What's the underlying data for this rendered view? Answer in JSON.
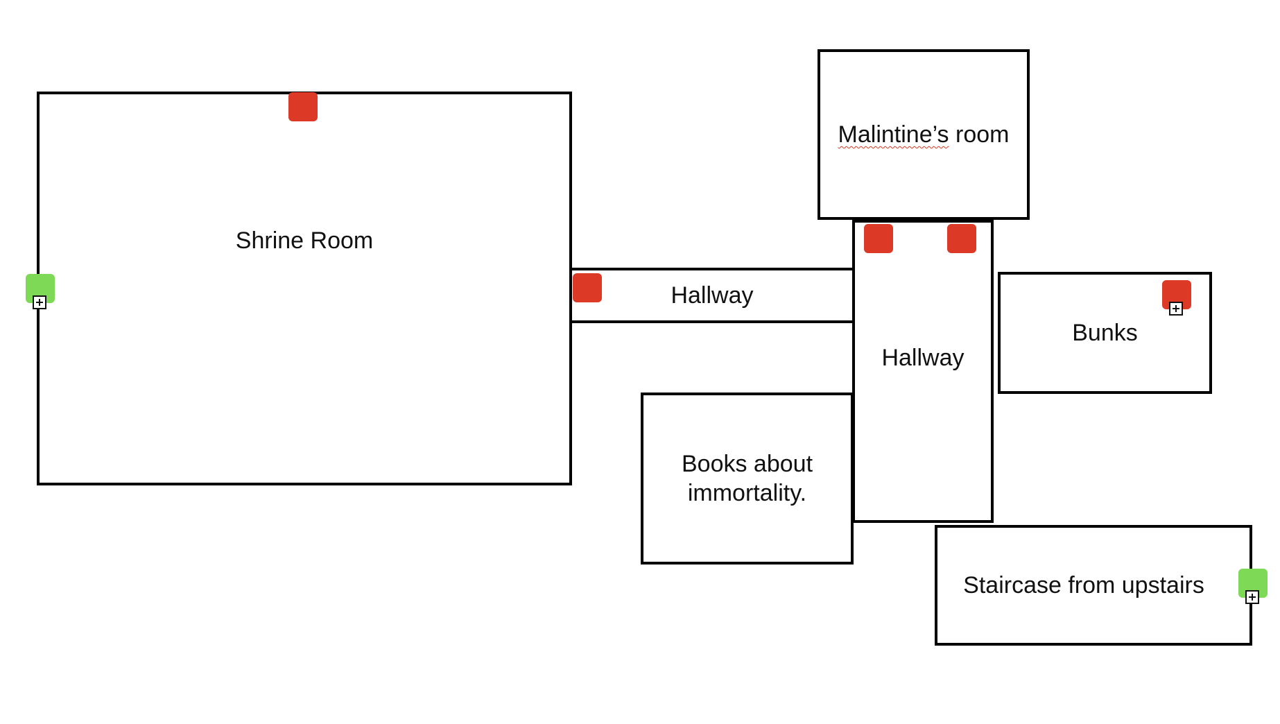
{
  "rooms": {
    "shrine_room": "Shrine Room",
    "hallway_horizontal": "Hallway",
    "malintines_room_word1": "Malintine’s",
    "malintines_room_word2": "room",
    "hallway_vertical": "Hallway",
    "bunks": "Bunks",
    "books_line1": "Books about",
    "books_line2": "immortality.",
    "staircase": "Staircase from upstairs"
  },
  "markers": [
    {
      "id": "shrine-top",
      "kind": "red",
      "icon": "red-square-marker"
    },
    {
      "id": "shrine-left",
      "kind": "green",
      "icon": "green-square-marker"
    },
    {
      "id": "hallway-horizontal",
      "kind": "red",
      "icon": "red-square-marker"
    },
    {
      "id": "hallway-vertical-left",
      "kind": "red",
      "icon": "red-square-marker"
    },
    {
      "id": "hallway-vertical-right",
      "kind": "red",
      "icon": "red-square-marker"
    },
    {
      "id": "bunks",
      "kind": "red",
      "icon": "red-square-marker"
    },
    {
      "id": "staircase",
      "kind": "green",
      "icon": "green-square-marker"
    }
  ],
  "colors": {
    "red_marker": "#dc3a27",
    "green_marker": "#7ed957",
    "wall": "#000000",
    "spellcheck_underline": "#d9341f"
  }
}
